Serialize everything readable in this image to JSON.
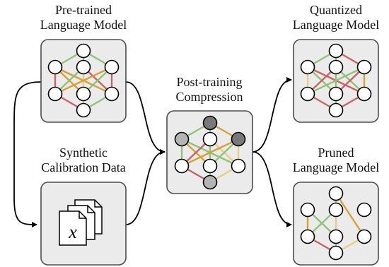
{
  "labels": {
    "pretrained": [
      "Pre-trained",
      "Language Model"
    ],
    "synthetic": [
      "Synthetic",
      "Calibration Data"
    ],
    "compression": [
      "Post-training",
      "Compression"
    ],
    "quantized": [
      "Quantized",
      "Language Model"
    ],
    "pruned": [
      "Pruned",
      "Language Model"
    ]
  },
  "document_glyph": "x",
  "colors": {
    "box_fill": "#ebebeb",
    "box_stroke": "#4d4d4d",
    "edge_green": "#8fc476",
    "edge_red": "#c96464",
    "edge_orange": "#d6a136",
    "edge_yellow": "#e8cd82",
    "node_gray": "#b4b4b4",
    "node_dark": "#787878",
    "arrow": "#000000"
  }
}
